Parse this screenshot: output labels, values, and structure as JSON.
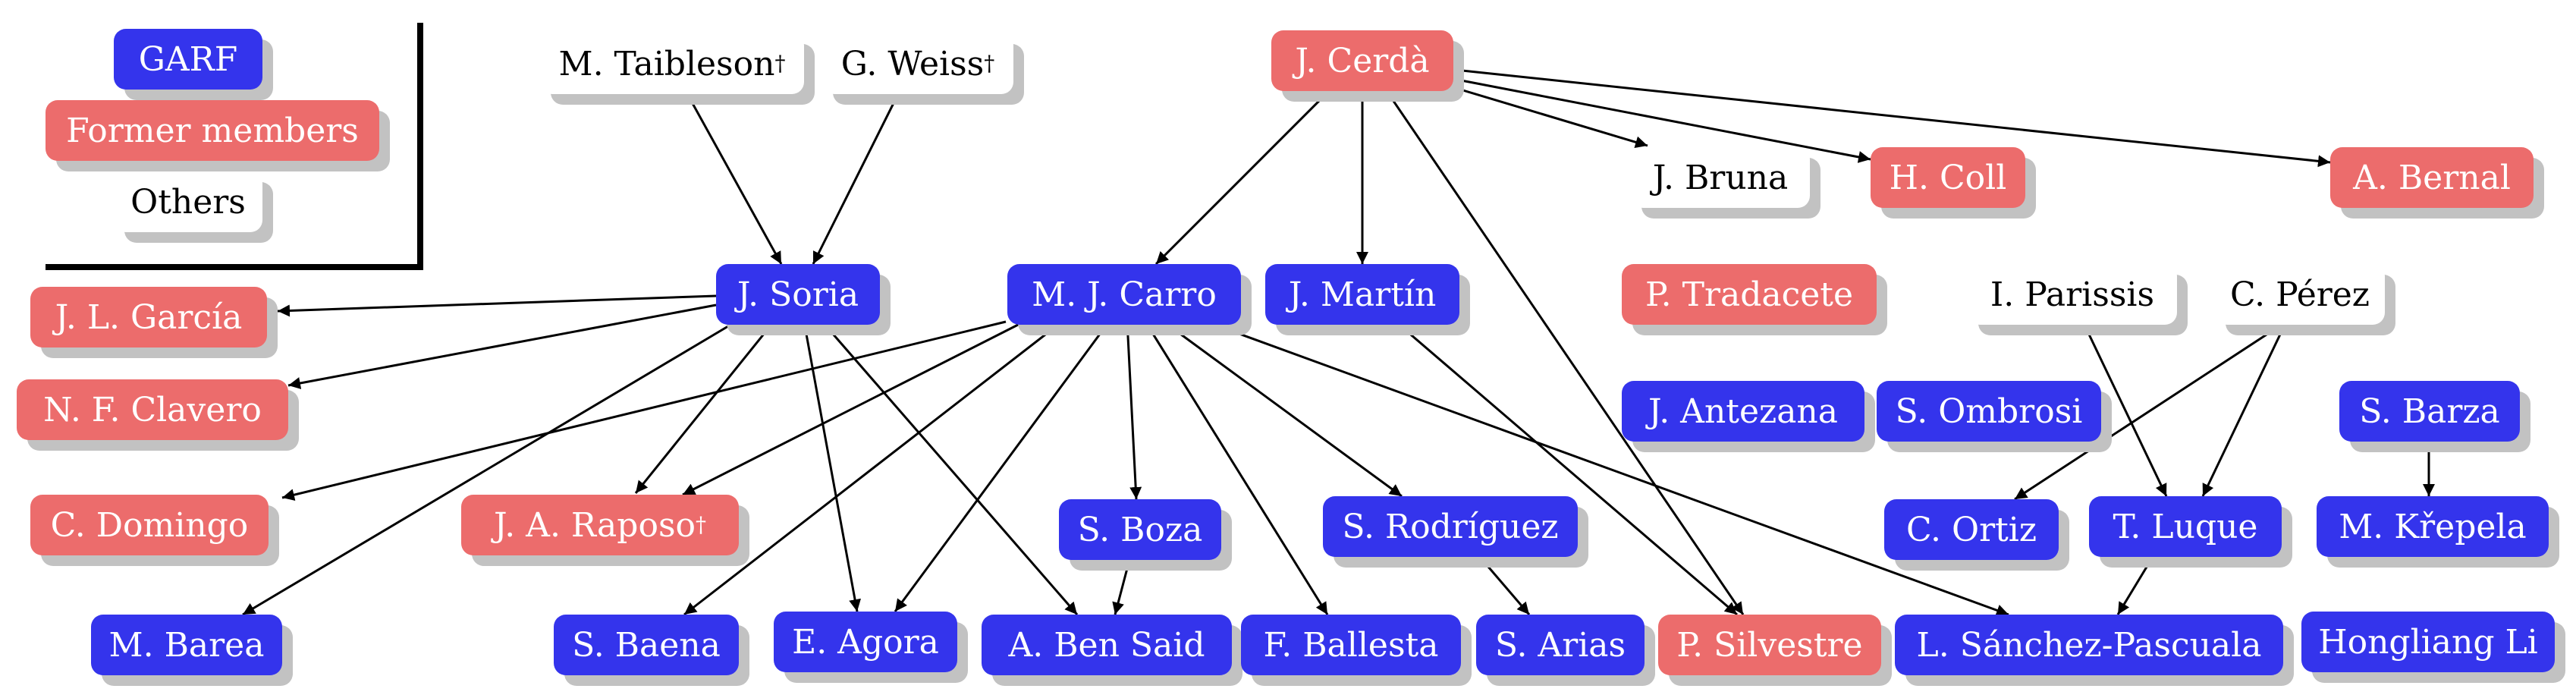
{
  "legend": {
    "garf": "GARF",
    "former": "Former members",
    "others": "Others"
  },
  "colors": {
    "garf": "#3434ec",
    "former": "#ec6c6c",
    "other": "#ffffff",
    "shadow": "#c2c2c2"
  },
  "people": {
    "taibleson": "M. Taibleson",
    "weiss": "G. Weiss",
    "cerda": "J. Cerdà",
    "bruna": "J. Bruna",
    "coll": "H. Coll",
    "bernal": "A. Bernal",
    "soria": "J. Soria",
    "carro": "M. J. Carro",
    "martin": "J. Martín",
    "tradacete": "P. Tradacete",
    "parissis": "I. Parissis",
    "perez": "C. Pérez",
    "garcia": "J. L. García",
    "clavero": "N. F. Clavero",
    "antezana": "J. Antezana",
    "ombrosi": "S. Ombrosi",
    "barza": "S. Barza",
    "domingo": "C. Domingo",
    "raposo": "J. A. Raposo",
    "boza": "S. Boza",
    "rodriguez": "S. Rodríguez",
    "ortiz": "C. Ortiz",
    "luque": "T. Luque",
    "krepela": "M. Křepela",
    "barea": "M. Barea",
    "baena": "S. Baena",
    "agora": "E. Agora",
    "bensaid": "A. Ben Said",
    "ballesta": "F. Ballesta",
    "arias": "S. Arias",
    "silvestre": "P. Silvestre",
    "sanchez": "L. Sánchez-Pascuala",
    "li": "Hongliang Li"
  },
  "dagger": "†"
}
